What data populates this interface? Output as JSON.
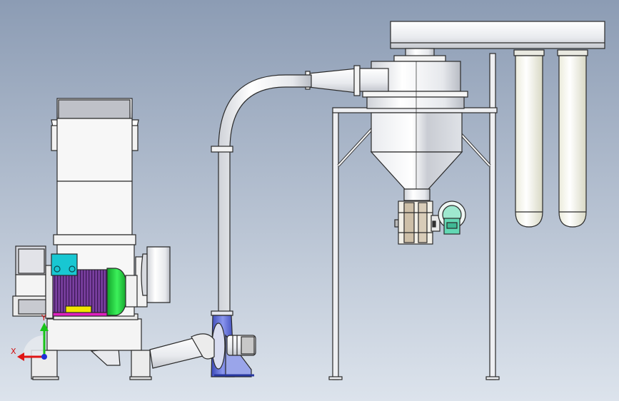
{
  "triad": {
    "x_label": "X",
    "y_label": "Y",
    "x_color": "#e01515",
    "y_color": "#18c418",
    "z_color": "#2030d8"
  },
  "colors": {
    "background_top": "#8c9cb4",
    "background_bottom": "#dce3ec",
    "metal": "#f4f4f4",
    "shade": "#c7c9cf",
    "motor_body": "#7a3fa0",
    "motor_cap": "#23d040",
    "terminal_box": "#18c7d2",
    "yellow_plate": "#f2e600",
    "magenta_plate": "#e020c0",
    "fan_blue": "#5a6ad0",
    "valve_motor": "#63d8b4"
  },
  "parts": [
    "hopper",
    "mill-body",
    "main-motor",
    "blower-fan",
    "conveying-pipe",
    "cyclone",
    "support-frame",
    "rotary-valve",
    "filter-bags"
  ]
}
